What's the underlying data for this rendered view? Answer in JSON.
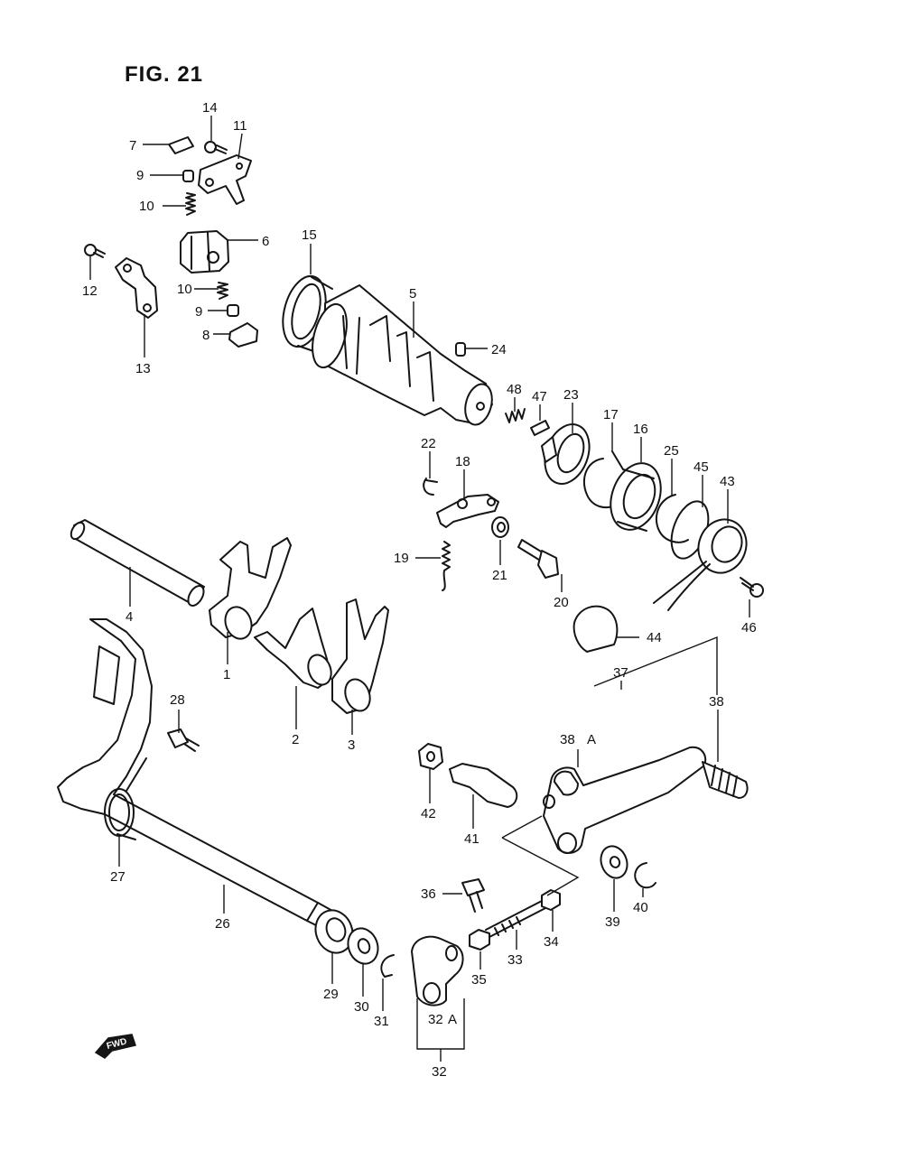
{
  "figure": {
    "title": "FIG. 21"
  },
  "fwd_badge": {
    "label": "FWD",
    "icon": "forward-arrow-icon"
  },
  "callouts": [
    {
      "id": "c7",
      "label": "7"
    },
    {
      "id": "c14",
      "label": "14"
    },
    {
      "id": "c11",
      "label": "11"
    },
    {
      "id": "c9a",
      "label": "9"
    },
    {
      "id": "c10a",
      "label": "10"
    },
    {
      "id": "c6",
      "label": "6"
    },
    {
      "id": "c12",
      "label": "12"
    },
    {
      "id": "c13",
      "label": "13"
    },
    {
      "id": "c10b",
      "label": "10"
    },
    {
      "id": "c9b",
      "label": "9"
    },
    {
      "id": "c8",
      "label": "8"
    },
    {
      "id": "c15",
      "label": "15"
    },
    {
      "id": "c5",
      "label": "5"
    },
    {
      "id": "c24",
      "label": "24"
    },
    {
      "id": "c48",
      "label": "48"
    },
    {
      "id": "c47",
      "label": "47"
    },
    {
      "id": "c23",
      "label": "23"
    },
    {
      "id": "c17",
      "label": "17"
    },
    {
      "id": "c16",
      "label": "16"
    },
    {
      "id": "c25",
      "label": "25"
    },
    {
      "id": "c45",
      "label": "45"
    },
    {
      "id": "c43",
      "label": "43"
    },
    {
      "id": "c22",
      "label": "22"
    },
    {
      "id": "c18",
      "label": "18"
    },
    {
      "id": "c19",
      "label": "19"
    },
    {
      "id": "c21",
      "label": "21"
    },
    {
      "id": "c20",
      "label": "20"
    },
    {
      "id": "c46",
      "label": "46"
    },
    {
      "id": "c44",
      "label": "44"
    },
    {
      "id": "c4",
      "label": "4"
    },
    {
      "id": "c1",
      "label": "1"
    },
    {
      "id": "c2",
      "label": "2"
    },
    {
      "id": "c3",
      "label": "3"
    },
    {
      "id": "c28",
      "label": "28"
    },
    {
      "id": "c37",
      "label": "37"
    },
    {
      "id": "c38a",
      "label": "38"
    },
    {
      "id": "c38b",
      "label": "38"
    },
    {
      "id": "cA1",
      "label": "A"
    },
    {
      "id": "c42",
      "label": "42"
    },
    {
      "id": "c41",
      "label": "41"
    },
    {
      "id": "c27",
      "label": "27"
    },
    {
      "id": "c26",
      "label": "26"
    },
    {
      "id": "c36",
      "label": "36"
    },
    {
      "id": "c39",
      "label": "39"
    },
    {
      "id": "c40",
      "label": "40"
    },
    {
      "id": "c34",
      "label": "34"
    },
    {
      "id": "c33",
      "label": "33"
    },
    {
      "id": "c35",
      "label": "35"
    },
    {
      "id": "c29",
      "label": "29"
    },
    {
      "id": "c30",
      "label": "30"
    },
    {
      "id": "c31",
      "label": "31"
    },
    {
      "id": "c32a",
      "label": "32"
    },
    {
      "id": "cA2",
      "label": "A"
    },
    {
      "id": "c32b",
      "label": "32"
    }
  ]
}
